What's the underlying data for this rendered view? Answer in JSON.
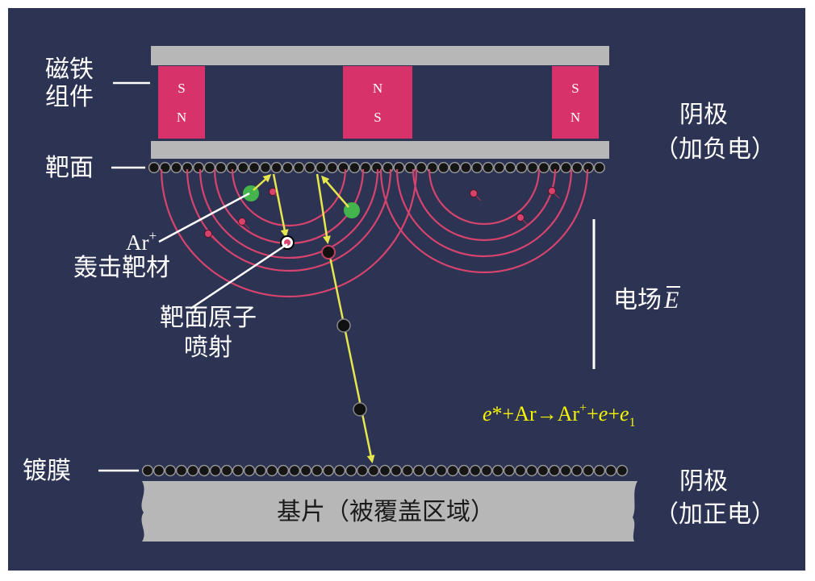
{
  "labels": {
    "magnet_assembly_line1": "磁铁",
    "magnet_assembly_line2": "组件",
    "target_surface": "靶面",
    "cathode_top_line1": "阴极",
    "cathode_top_line2": "（加负电）",
    "ar_ion": "Ar",
    "ar_ion_sup": "+",
    "bombard_target": "轰击靶材",
    "atom_eject_line1": "靶面原子",
    "atom_eject_line2": "喷射",
    "electric_field": "电场",
    "electric_field_symbol": "E",
    "coating": "镀膜",
    "cathode_bottom_line1": "阴极",
    "cathode_bottom_line2": "（加正电）",
    "substrate": "基片（被覆盖区域）"
  },
  "magnets": [
    {
      "top": "S",
      "bottom": "N"
    },
    {
      "top": "N",
      "bottom": "S"
    },
    {
      "top": "S",
      "bottom": "N"
    }
  ],
  "formula": {
    "e": "e",
    "star_plus_ar": "*+Ar→Ar",
    "sup_plus": "+",
    "plus1": "+",
    "e2": "e",
    "plus2": "+",
    "e3": "e",
    "sub1": "1"
  },
  "colors": {
    "background": "#2d3353",
    "plate": "#b7b7b7",
    "magnet": "#d7336a",
    "field_arc": "#d6446e",
    "trajectory": "#e6e64d",
    "formula": "#f5f500",
    "argon_ion": "#44b44c"
  }
}
